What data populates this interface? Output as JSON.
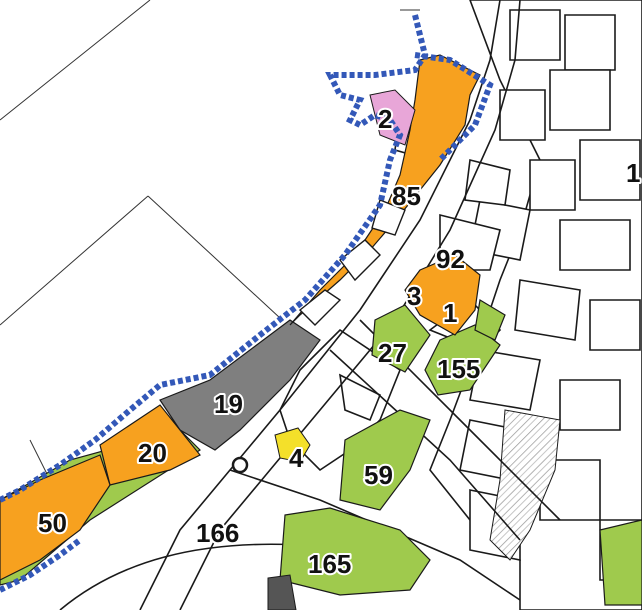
{
  "colors": {
    "background": "#ffffff",
    "building_stroke": "#1a1a1a",
    "orange_zone": "#f7a11f",
    "grey_zone": "#7f7f7f",
    "green_zone": "#9fca4d",
    "pink_zone": "#e8a6d8",
    "yellow_zone": "#f4e02a",
    "boundary": "#3358b8"
  },
  "labels": {
    "l2": "2",
    "l85": "85",
    "l92": "92",
    "l3": "3",
    "l1": "1",
    "l1_edge": "1",
    "l27": "27",
    "l155": "155",
    "l19": "19",
    "l20": "20",
    "l4": "4",
    "l59": "59",
    "l50": "50",
    "l166": "166",
    "l165": "165"
  }
}
